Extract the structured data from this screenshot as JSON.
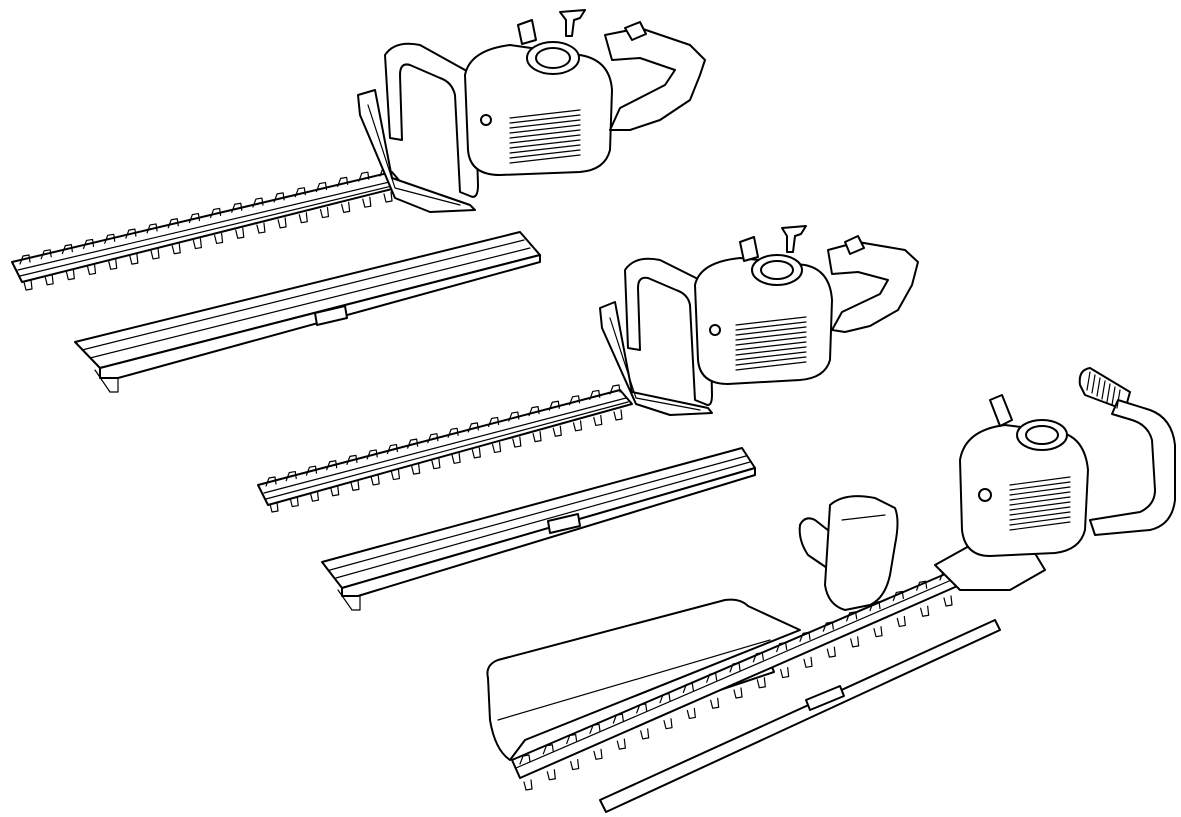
{
  "figure": {
    "description_items": [
      {
        "id": "trimmer-1",
        "variant": "double-sided blade, front loop handle"
      },
      {
        "id": "trimmer-2",
        "variant": "double-sided blade, front loop handle"
      },
      {
        "id": "trimmer-3",
        "variant": "single-sided blade with debris deflector, rotating rear handle"
      }
    ],
    "colors": {
      "line": "#000000",
      "fill": "#ffffff",
      "background": "#ffffff"
    }
  }
}
